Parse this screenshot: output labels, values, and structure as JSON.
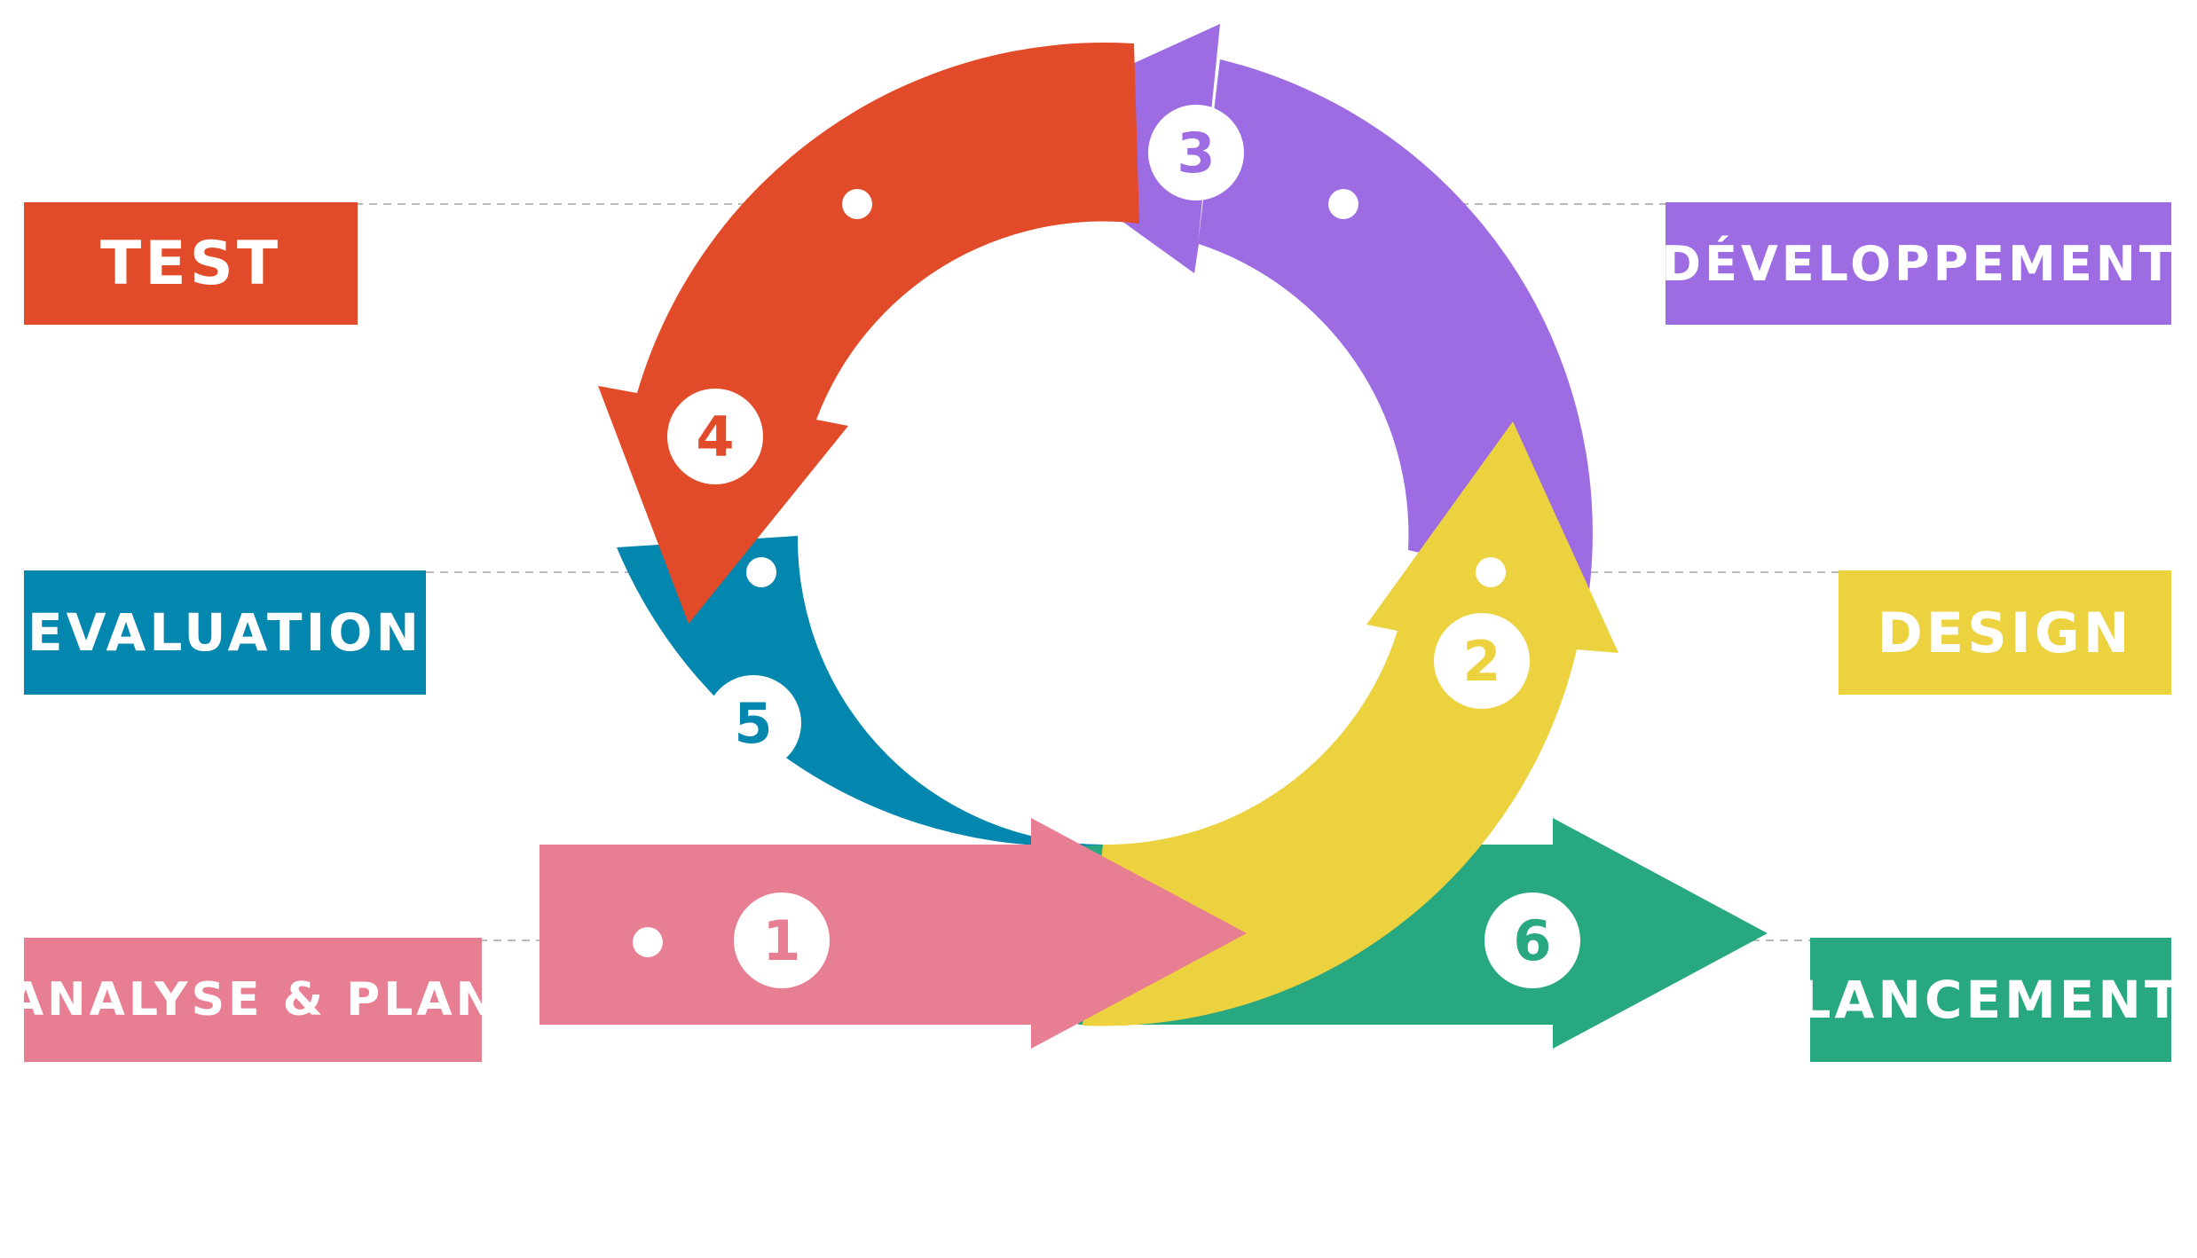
{
  "colors": {
    "analyse": "#E87E91",
    "design": "#ECD23E",
    "developpement": "#9D6BE2",
    "test": "#E24B29",
    "evaluation": "#0487AE",
    "lancement": "#28A880",
    "connector": "#cccccc"
  },
  "steps": [
    {
      "number": "1",
      "label": "ANALYSE & PLAN",
      "color_key": "analyse"
    },
    {
      "number": "2",
      "label": "DESIGN",
      "color_key": "design"
    },
    {
      "number": "3",
      "label": "DÉVELOPPEMENT",
      "color_key": "developpement"
    },
    {
      "number": "4",
      "label": "TEST",
      "color_key": "test"
    },
    {
      "number": "5",
      "label": "EVALUATION",
      "color_key": "evaluation"
    },
    {
      "number": "6",
      "label": "LANCEMENT",
      "color_key": "lancement"
    }
  ]
}
